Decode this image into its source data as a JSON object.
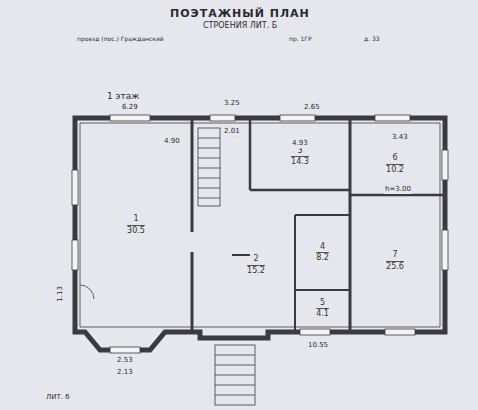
{
  "diagram": {
    "title": "ПОЭТАЖНЫЙ ПЛАН",
    "nodes": [
      {
        "text": [
          "1",
          "30.5"
        ]
      },
      {
        "text": [
          "2",
          "15.2"
        ]
      },
      {
        "text": [
          "3",
          "14.3"
        ]
      },
      {
        "text": [
          "4",
          "8.2"
        ]
      },
      {
        "text": [
          "5",
          "4.1"
        ]
      },
      {
        "text": [
          "6",
          "10.2"
        ]
      },
      {
        "text": [
          "7",
          "25.6"
        ]
      }
    ],
    "labels": [
      "СТРОЕНИЯ ЛИТ. Б",
      "проезд (пос.) Гражданский",
      "пр. 1ГР",
      "д. 33",
      "1 этаж",
      "6.29",
      "3.25",
      "2.65",
      "4.90",
      "2.01",
      "4.93",
      "3.43",
      "1.13",
      "2.53",
      "2.13",
      "10.55",
      "ЛИТ. б",
      "h=3.00"
    ]
  }
}
